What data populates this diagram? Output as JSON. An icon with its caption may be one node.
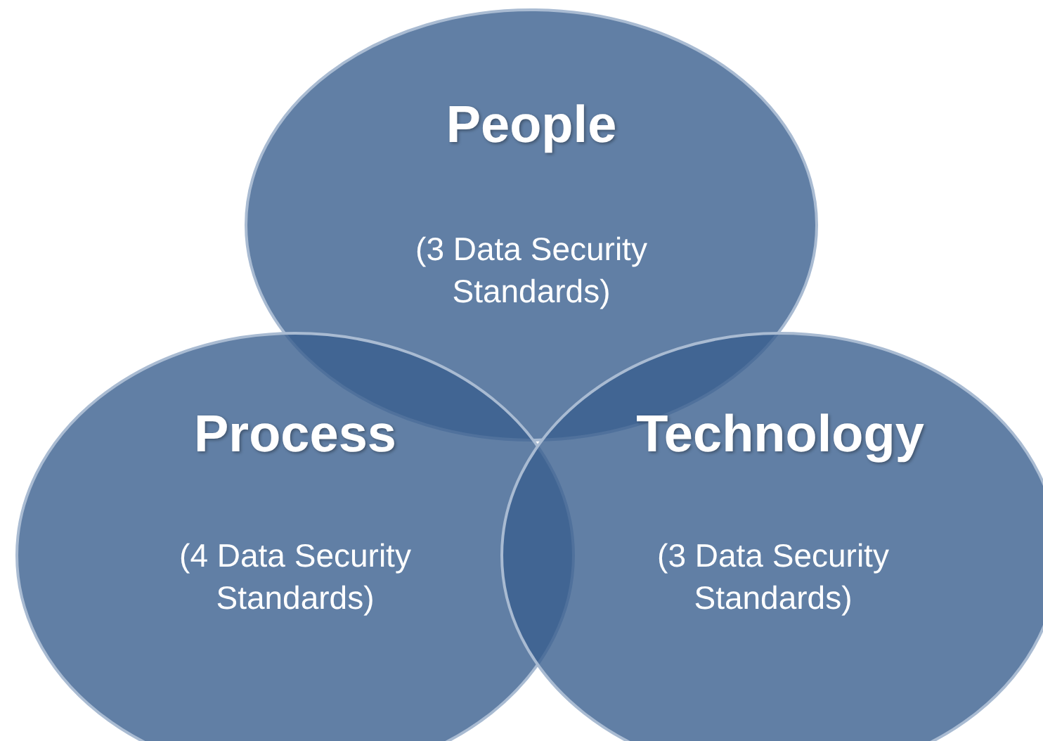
{
  "diagram": {
    "nodes": [
      {
        "text": [
          "People",
          "(3 Data Security Standards)"
        ]
      },
      {
        "text": [
          "Process",
          "(4 Data Security Standards)"
        ]
      },
      {
        "text": [
          "Technology",
          "(3 Data Security Standards)"
        ]
      }
    ]
  }
}
